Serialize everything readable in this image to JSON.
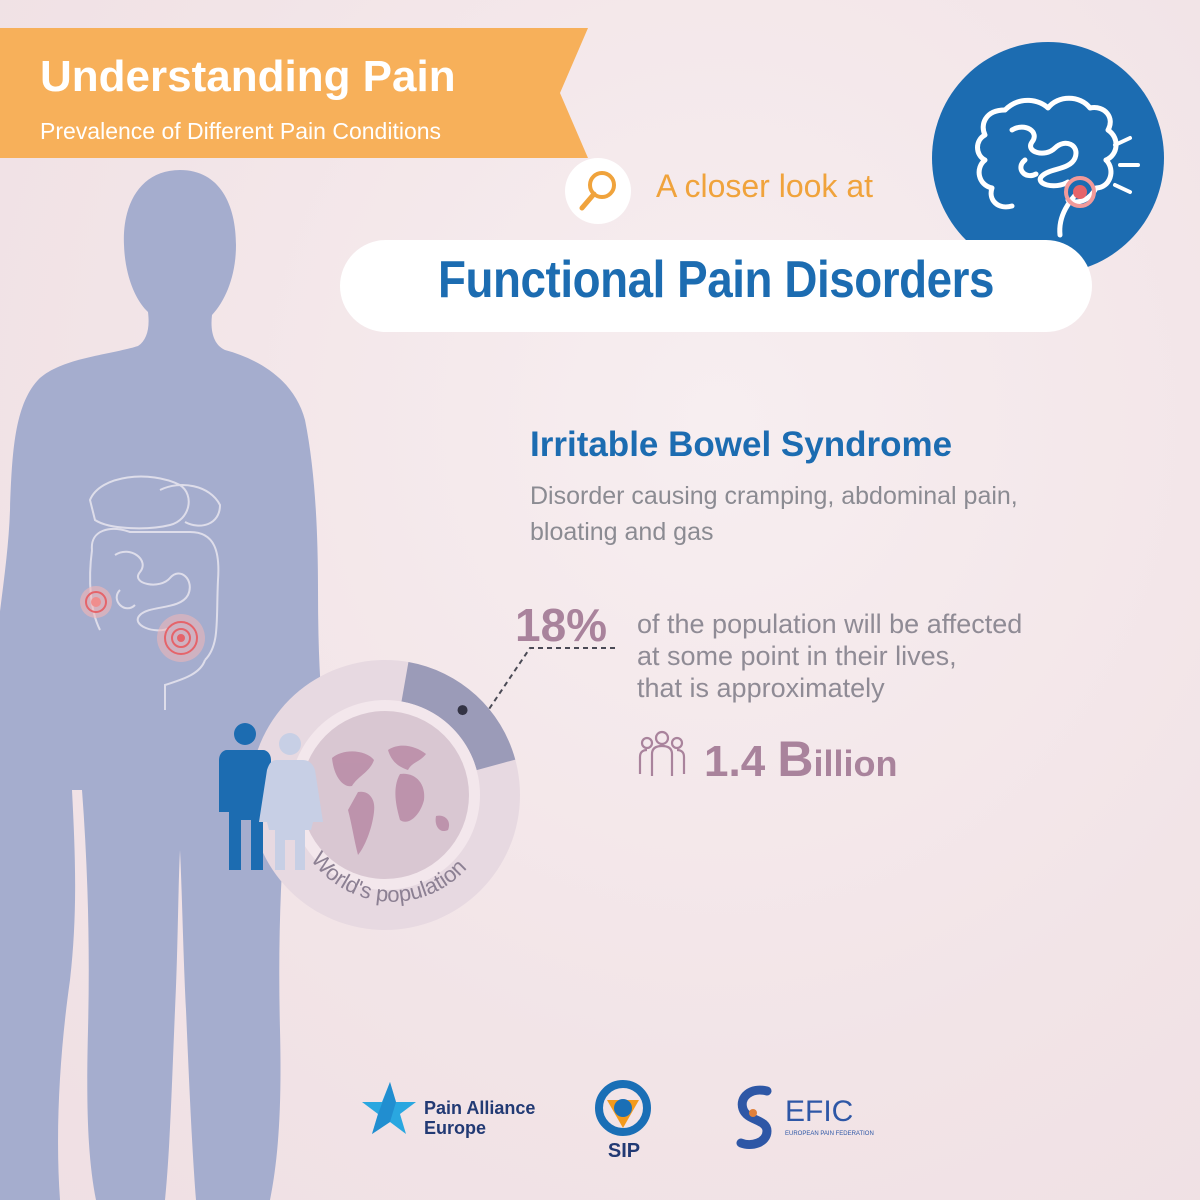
{
  "header": {
    "title": "Understanding Pain",
    "subtitle": "Prevalence of Different Pain Conditions"
  },
  "closer_look": "A closer look at",
  "topic_title": "Functional Pain Disorders",
  "condition": {
    "name": "Irritable Bowel Syndrome",
    "description_line1": "Disorder causing cramping, abdominal pain,",
    "description_line2": "bloating and gas"
  },
  "prevalence": {
    "percent_label": "18%",
    "percent_value": 18,
    "line1": "of the population will be affected",
    "line2": "at some point in their lives,",
    "line3": "that is approximately",
    "count_number": "1.4 ",
    "count_unit_initial": "B",
    "count_unit_rest": "illion"
  },
  "donut_label": "World's population",
  "logos": {
    "pae_line1": "Pain Alliance",
    "pae_line2": "Europe",
    "sip": "SIP",
    "efic": "EFIC",
    "efic_sub": "EUROPEAN PAIN FEDERATION"
  },
  "icons": [
    "magnifier-icon",
    "intestine-icon",
    "people-group-icon",
    "globe-icon",
    "man-woman-icon",
    "star-icon"
  ],
  "colors": {
    "accent_orange": "#f7b05a",
    "title_blue": "#1c6cb1",
    "mauve": "#a9839c",
    "body_silhouette": "#a5adce",
    "background": "#f3e6e8"
  }
}
